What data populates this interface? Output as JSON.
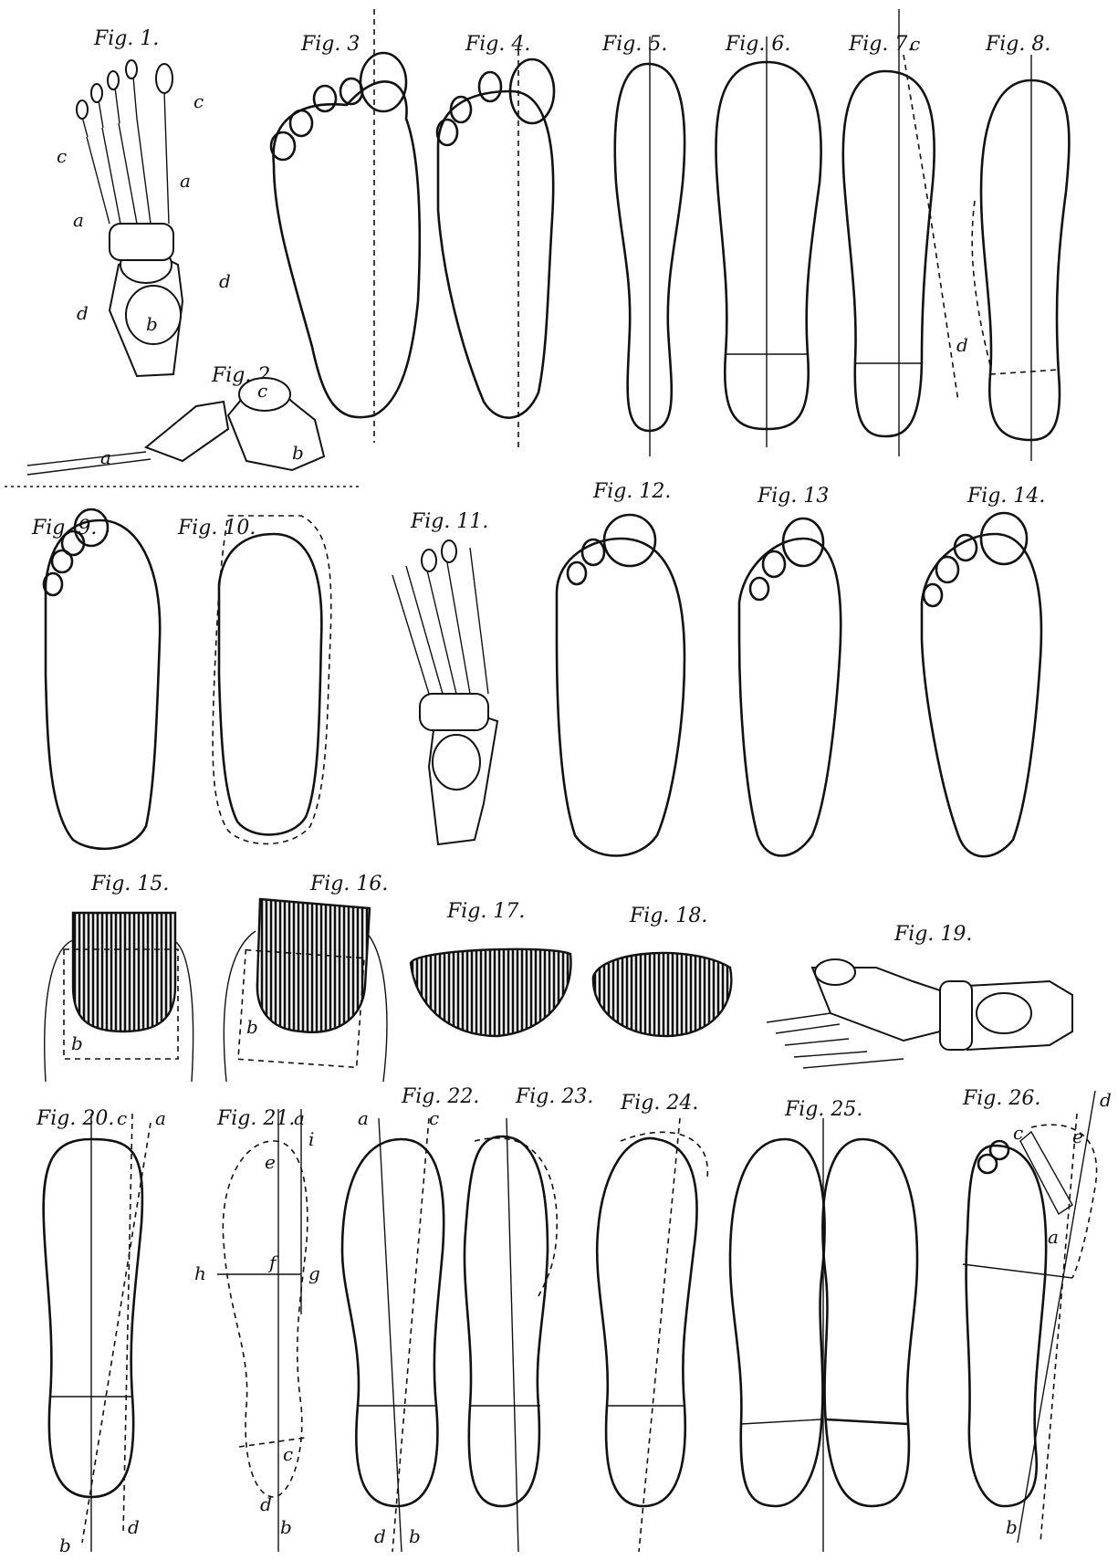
{
  "plate": {
    "figures": [
      {
        "id": "fig1",
        "caption": "Fig. 1.",
        "labels": [
          "c",
          "c",
          "a",
          "a",
          "d",
          "d",
          "b"
        ]
      },
      {
        "id": "fig2",
        "caption": "Fig. 2.",
        "labels": [
          "c",
          "a",
          "b"
        ]
      },
      {
        "id": "fig3",
        "caption": "Fig. 3"
      },
      {
        "id": "fig4",
        "caption": "Fig. 4."
      },
      {
        "id": "fig5",
        "caption": "Fig. 5."
      },
      {
        "id": "fig6",
        "caption": "Fig. 6."
      },
      {
        "id": "fig7",
        "caption": "Fig. 7.",
        "labels": [
          "c",
          "d"
        ]
      },
      {
        "id": "fig8",
        "caption": "Fig. 8."
      },
      {
        "id": "fig9",
        "caption": "Fig. 9."
      },
      {
        "id": "fig10",
        "caption": "Fig. 10."
      },
      {
        "id": "fig11",
        "caption": "Fig. 11."
      },
      {
        "id": "fig12",
        "caption": "Fig. 12."
      },
      {
        "id": "fig13",
        "caption": "Fig. 13"
      },
      {
        "id": "fig14",
        "caption": "Fig. 14."
      },
      {
        "id": "fig15",
        "caption": "Fig. 15.",
        "labels": [
          "b"
        ]
      },
      {
        "id": "fig16",
        "caption": "Fig. 16.",
        "labels": [
          "b"
        ]
      },
      {
        "id": "fig17",
        "caption": "Fig. 17."
      },
      {
        "id": "fig18",
        "caption": "Fig. 18."
      },
      {
        "id": "fig19",
        "caption": "Fig. 19."
      },
      {
        "id": "fig20",
        "caption": "Fig. 20.",
        "labels": [
          "c",
          "a",
          "b",
          "d"
        ]
      },
      {
        "id": "fig21",
        "caption": "Fig. 21.",
        "labels": [
          "a",
          "i",
          "e",
          "h",
          "f",
          "g",
          "c",
          "d",
          "b"
        ]
      },
      {
        "id": "fig22",
        "caption": "Fig. 22.",
        "labels": [
          "a",
          "c",
          "d",
          "b"
        ]
      },
      {
        "id": "fig23",
        "caption": "Fig. 23."
      },
      {
        "id": "fig24",
        "caption": "Fig. 24."
      },
      {
        "id": "fig25",
        "caption": "Fig. 25."
      },
      {
        "id": "fig26",
        "caption": "Fig. 26.",
        "labels": [
          "d",
          "c",
          "e",
          "a",
          "b"
        ]
      }
    ]
  }
}
